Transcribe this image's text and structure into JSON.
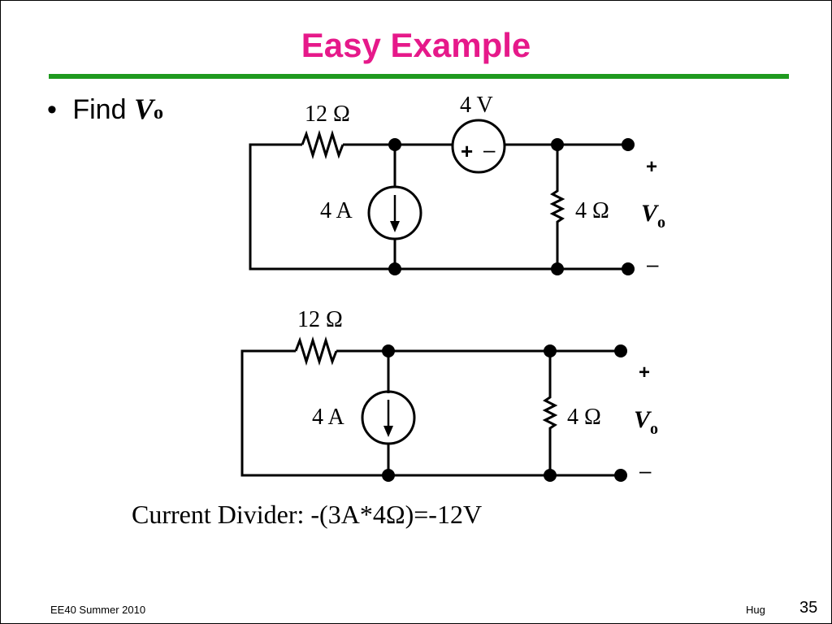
{
  "slide": {
    "title": "Easy Example",
    "bullet": {
      "marker": "•",
      "text": "Find",
      "var": "V",
      "sub": "o"
    },
    "footer_left": "EE40 Summer 2010",
    "footer_right": "Hug",
    "page_number": "35"
  },
  "circuit1": {
    "r_series": "12 Ω",
    "v_source": "4 V",
    "v_plus": "+",
    "v_minus": "–",
    "i_source": "4 A",
    "r_load": "4 Ω",
    "out_plus": "+",
    "out_var": "V",
    "out_sub": "o",
    "out_minus": "–"
  },
  "circuit2": {
    "r_series": "12 Ω",
    "i_source": "4 A",
    "r_load": "4 Ω",
    "out_plus": "+",
    "out_var": "V",
    "out_sub": "o",
    "out_minus": "–"
  },
  "caption": "Current Divider: -(3A*4Ω)=-12V"
}
